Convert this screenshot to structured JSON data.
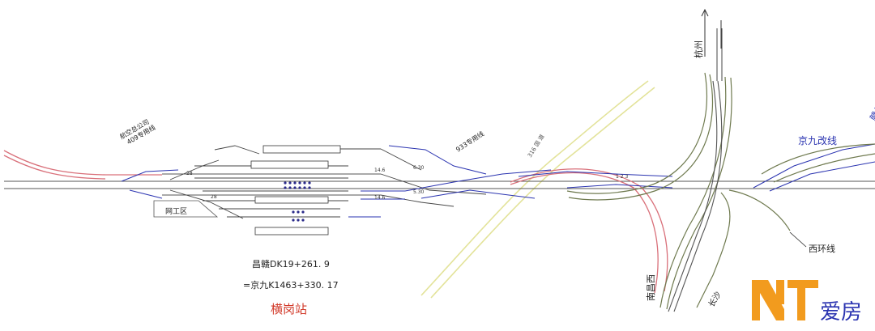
{
  "labels": {
    "branch_409": [
      "航空总公司",
      "409专用线"
    ],
    "branch_933": "933专用线",
    "road_316": "316 国 道",
    "hangzhou": "杭州",
    "ganzhou": "赣州",
    "jingjiu_realign": "京九改线",
    "xihuan": "西环线",
    "nanchangxi": "南昌西",
    "changsha": "长沙",
    "work_area": "网工区",
    "mileage_1": "昌赣DK19+261. 9",
    "mileage_2": "=京九K1463+330. 17",
    "station_name": "横岗站"
  },
  "watermark": {
    "text": "爱房"
  },
  "colors": {
    "track_main": "#555555",
    "track_blue": "#2a33b0",
    "track_red": "#d9707a",
    "track_olive": "#6f7a4f",
    "road_yellow": "#e0e08a",
    "station_red": "#d23a2a",
    "logo_orange": "#f29b1e"
  }
}
